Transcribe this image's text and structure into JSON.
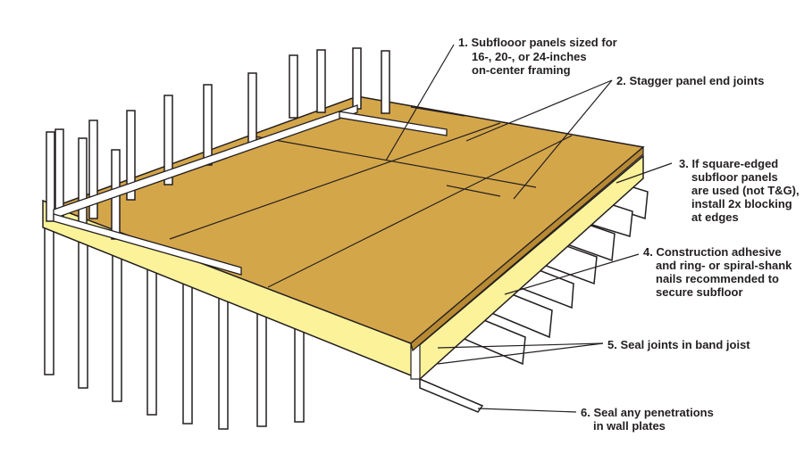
{
  "title": "Subfloor installation diagram",
  "colors": {
    "panel": "#d4a64a",
    "band_joist": "#fbf29a",
    "outline": "#231f20",
    "framing": "#ffffff"
  },
  "callouts": [
    {
      "lines": [
        "1. Subflooor panels sized for",
        "16-, 20-, or 24-inches",
        "on-center framing"
      ]
    },
    {
      "lines": [
        "2. Stagger panel end joints"
      ]
    },
    {
      "lines": [
        "3. If square-edged",
        "subfloor panels",
        "are used (not T&G),",
        "install 2x blocking",
        "at edges"
      ]
    },
    {
      "lines": [
        "4. Construction adhesive",
        "and ring- or spiral-shank",
        "nails recommended to",
        "secure subfloor"
      ]
    },
    {
      "lines": [
        "5. Seal joints in band joist"
      ]
    },
    {
      "lines": [
        "6. Seal any penetrations",
        "in wall plates"
      ]
    }
  ]
}
